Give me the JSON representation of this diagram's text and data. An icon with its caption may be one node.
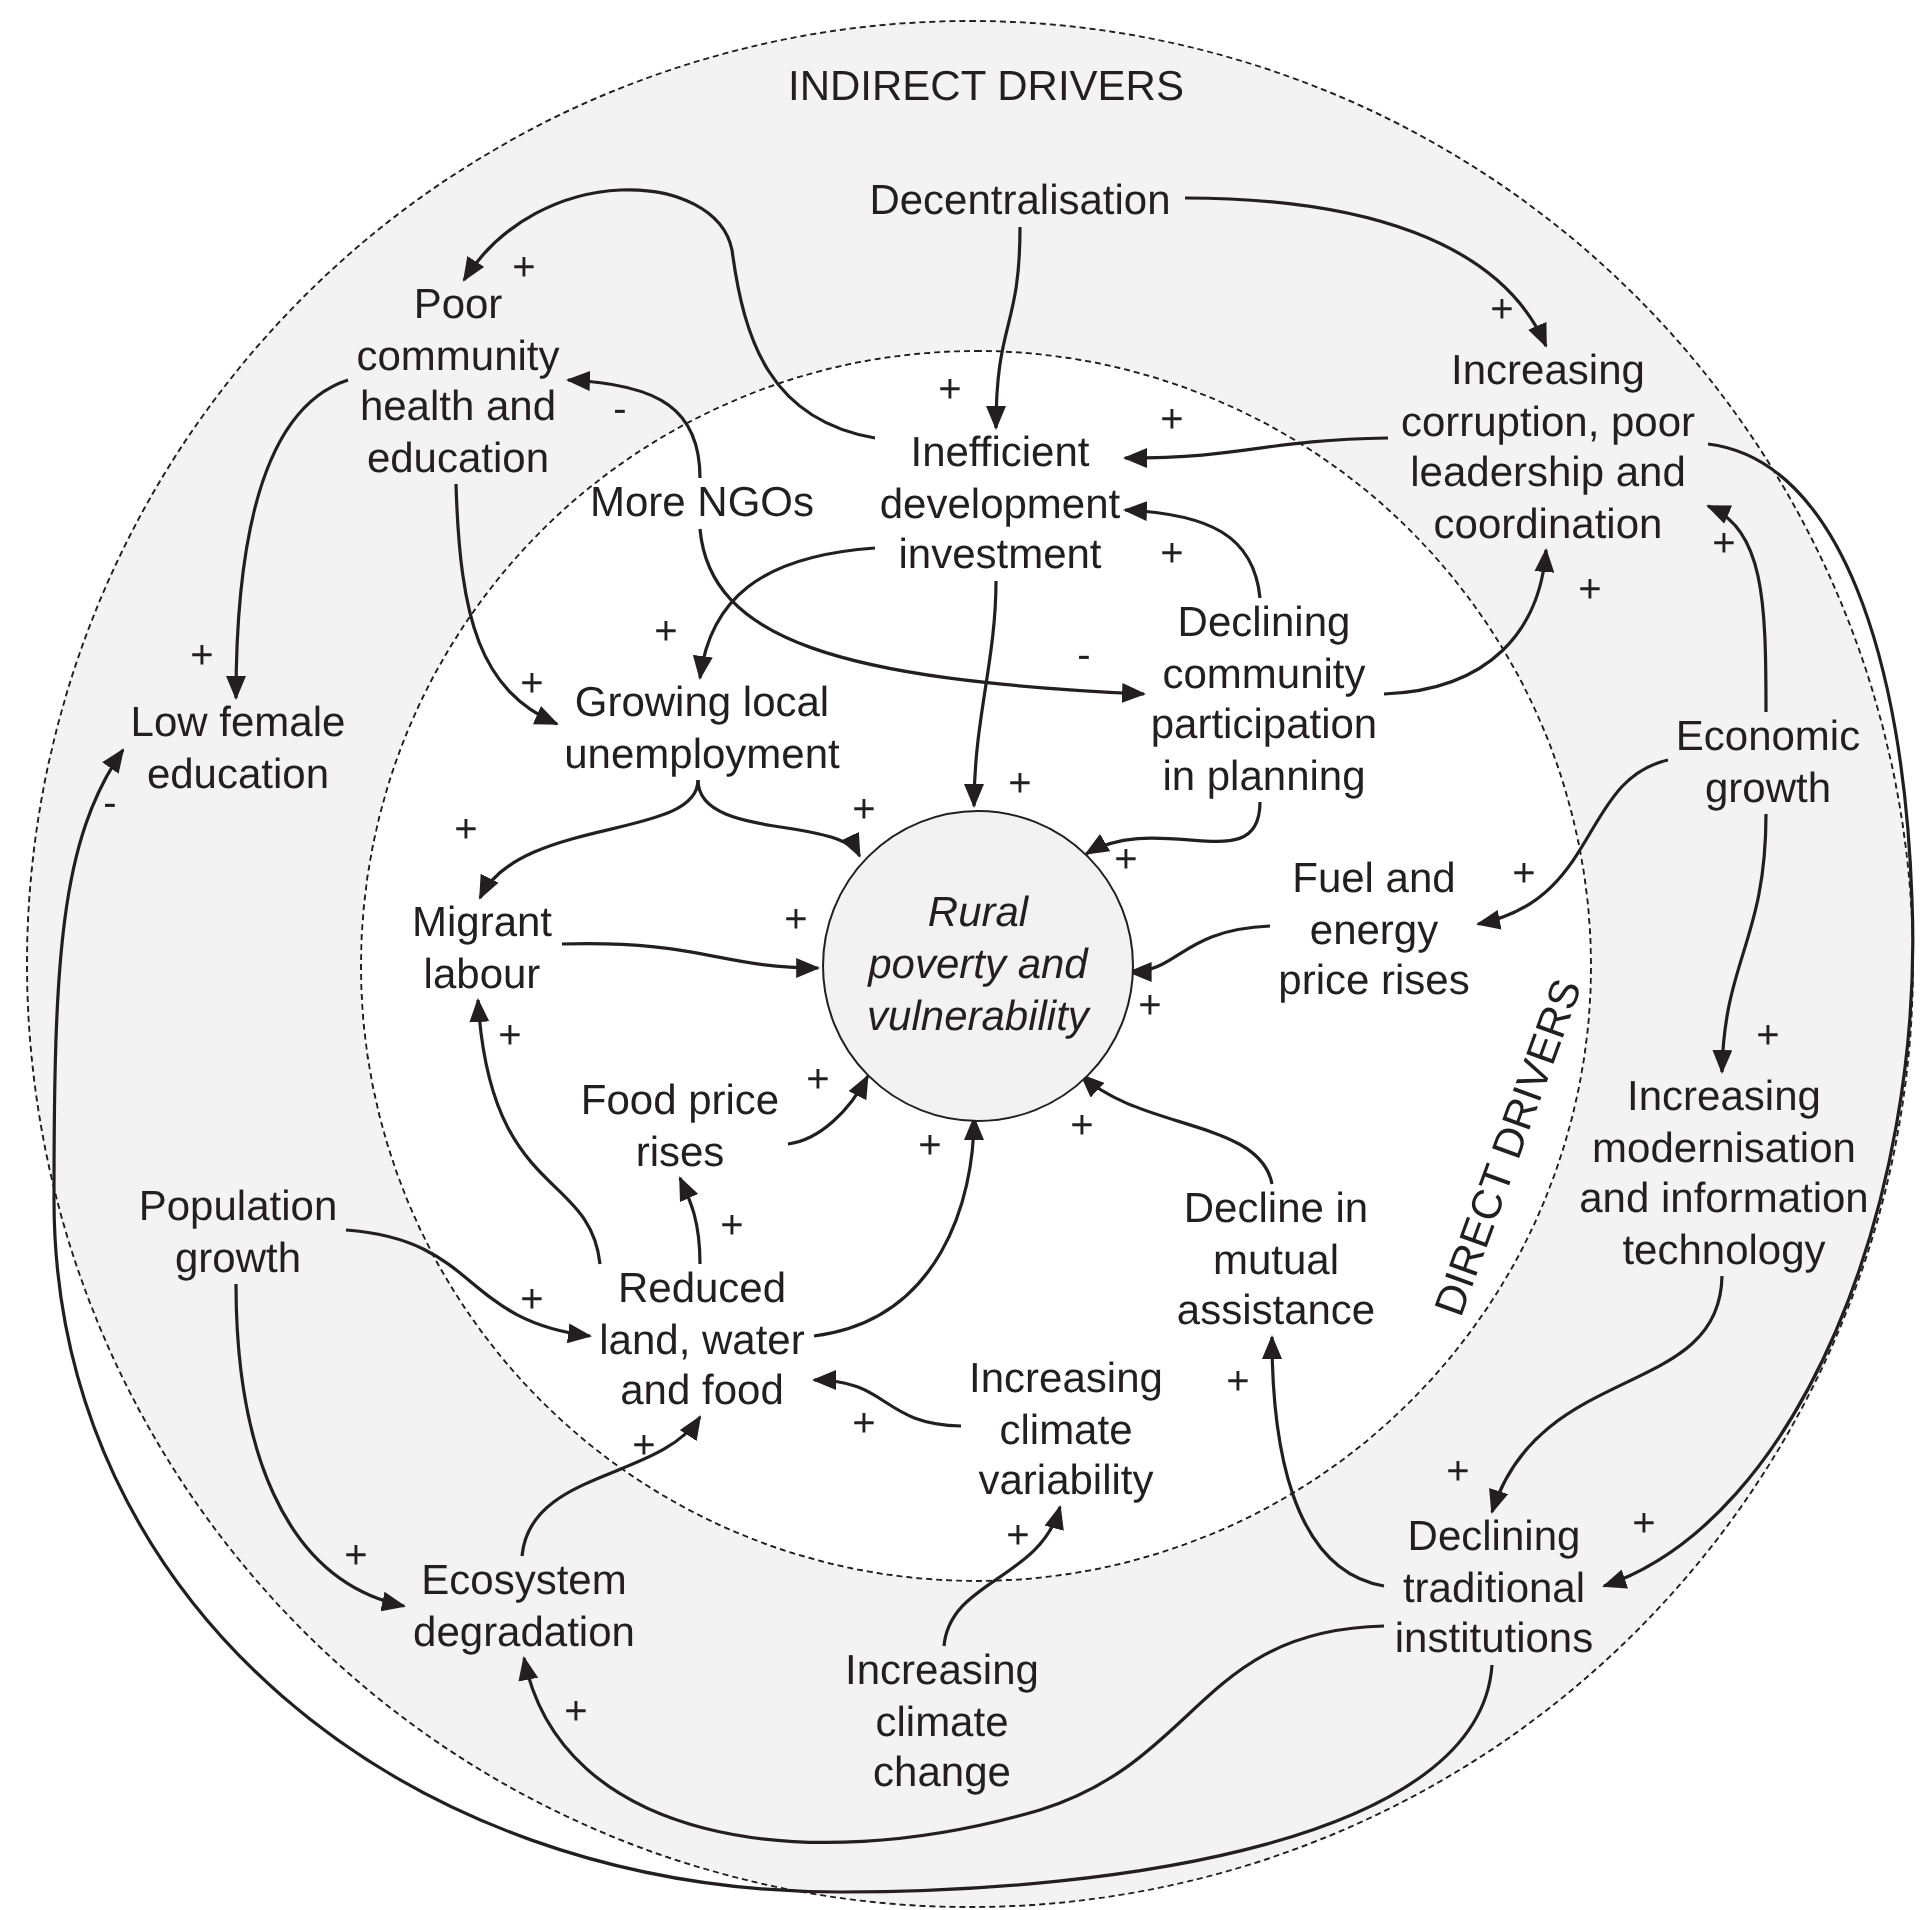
{
  "diagram": {
    "nodes": [
      {
        "text": [
          "INDIRECT DRIVERS"
        ]
      },
      {
        "text": [
          "DIRECT DRIVERS"
        ],
        "in": 0
      },
      {
        "text": [
          "Rural poverty and vulnerability"
        ],
        "in": 1
      },
      {
        "text": [
          "Decentralisation"
        ],
        "in": 0
      },
      {
        "text": [
          "Poor community health and education"
        ],
        "in": 0
      },
      {
        "text": [
          "Increasing corruption, poor leadership and coordination"
        ],
        "in": 0
      },
      {
        "text": [
          "Inefficient development investment"
        ],
        "in": 1
      },
      {
        "text": [
          "More NGOs"
        ],
        "in": 1
      },
      {
        "text": [
          "Low female education"
        ],
        "in": 0
      },
      {
        "text": [
          "Growing local unemployment"
        ],
        "in": 1
      },
      {
        "text": [
          "Declining community participation in planning"
        ],
        "in": 1
      },
      {
        "text": [
          "Economic growth"
        ],
        "in": 0
      },
      {
        "text": [
          "Migrant labour"
        ],
        "in": 1
      },
      {
        "text": [
          "Fuel and energy price rises"
        ],
        "in": 1
      },
      {
        "text": [
          "Food price rises"
        ],
        "in": 1
      },
      {
        "text": [
          "Population growth"
        ],
        "in": 0
      },
      {
        "text": [
          "Reduced land, water and food"
        ],
        "in": 1
      },
      {
        "text": [
          "Decline in mutual assistance"
        ],
        "in": 1
      },
      {
        "text": [
          "Increasing modernisation and information technology"
        ],
        "in": 0
      },
      {
        "text": [
          "Increasing climate variability"
        ],
        "in": 1
      },
      {
        "text": [
          "Ecosystem degradation"
        ],
        "in": 0
      },
      {
        "text": [
          "Declining traditional institutions"
        ],
        "in": 0
      },
      {
        "text": [
          "Increasing climate change"
        ],
        "in": 0
      }
    ],
    "edges": [
      {
        "from": 3,
        "to": 6,
        "arrow": "to",
        "label": "+"
      },
      {
        "from": 3,
        "to": 5,
        "arrow": "to",
        "label": "+"
      },
      {
        "from": 6,
        "to": 4,
        "arrow": "to",
        "label": "+"
      },
      {
        "from": 7,
        "to": 4,
        "arrow": "to",
        "label": "-"
      },
      {
        "from": 7,
        "to": 10,
        "arrow": "to",
        "label": "-"
      },
      {
        "from": 5,
        "to": 6,
        "arrow": "to",
        "label": "+"
      },
      {
        "from": 10,
        "to": 6,
        "arrow": "to",
        "label": "+"
      },
      {
        "from": 10,
        "to": 5,
        "arrow": "to",
        "label": "+"
      },
      {
        "from": 11,
        "to": 5,
        "arrow": "to",
        "label": "+"
      },
      {
        "from": 6,
        "to": 9,
        "arrow": "to",
        "label": "+"
      },
      {
        "from": 4,
        "to": 8,
        "arrow": "to",
        "label": "+"
      },
      {
        "from": 4,
        "to": 9,
        "arrow": "to",
        "label": "+"
      },
      {
        "from": 6,
        "to": 2,
        "arrow": "to",
        "label": "+"
      },
      {
        "from": 10,
        "to": 2,
        "arrow": "to",
        "label": "+"
      },
      {
        "from": 9,
        "to": 12,
        "arrow": "to",
        "label": "+"
      },
      {
        "from": 9,
        "to": 2,
        "arrow": "to",
        "label": "+"
      },
      {
        "from": 11,
        "to": 13,
        "arrow": "to",
        "label": "+"
      },
      {
        "from": 12,
        "to": 2,
        "arrow": "to",
        "label": "+"
      },
      {
        "from": 13,
        "to": 2,
        "arrow": "to",
        "label": "+"
      },
      {
        "from": 14,
        "to": 2,
        "arrow": "to",
        "label": "+"
      },
      {
        "from": 11,
        "to": 18,
        "arrow": "to",
        "label": "+"
      },
      {
        "from": 16,
        "to": 12,
        "arrow": "to",
        "label": "+"
      },
      {
        "from": 16,
        "to": 14,
        "arrow": "to",
        "label": "+"
      },
      {
        "from": 16,
        "to": 2,
        "arrow": "to",
        "label": "+"
      },
      {
        "from": 17,
        "to": 2,
        "arrow": "to",
        "label": "+"
      },
      {
        "from": 15,
        "to": 16,
        "arrow": "to",
        "label": "+"
      },
      {
        "from": 15,
        "to": 20,
        "arrow": "to",
        "label": "+"
      },
      {
        "from": 19,
        "to": 16,
        "arrow": "to",
        "label": "+"
      },
      {
        "from": 20,
        "to": 16,
        "arrow": "to",
        "label": "+"
      },
      {
        "from": 18,
        "to": 21,
        "arrow": "to",
        "label": "+"
      },
      {
        "from": 21,
        "to": 17,
        "arrow": "to",
        "label": "+"
      },
      {
        "from": 22,
        "to": 19,
        "arrow": "to",
        "label": "+"
      },
      {
        "from": 5,
        "to": 21,
        "arrow": "to",
        "label": "+"
      },
      {
        "from": 21,
        "to": 20,
        "arrow": "to",
        "label": "+"
      },
      {
        "from": 21,
        "to": 8,
        "arrow": "to",
        "label": "-"
      }
    ]
  }
}
